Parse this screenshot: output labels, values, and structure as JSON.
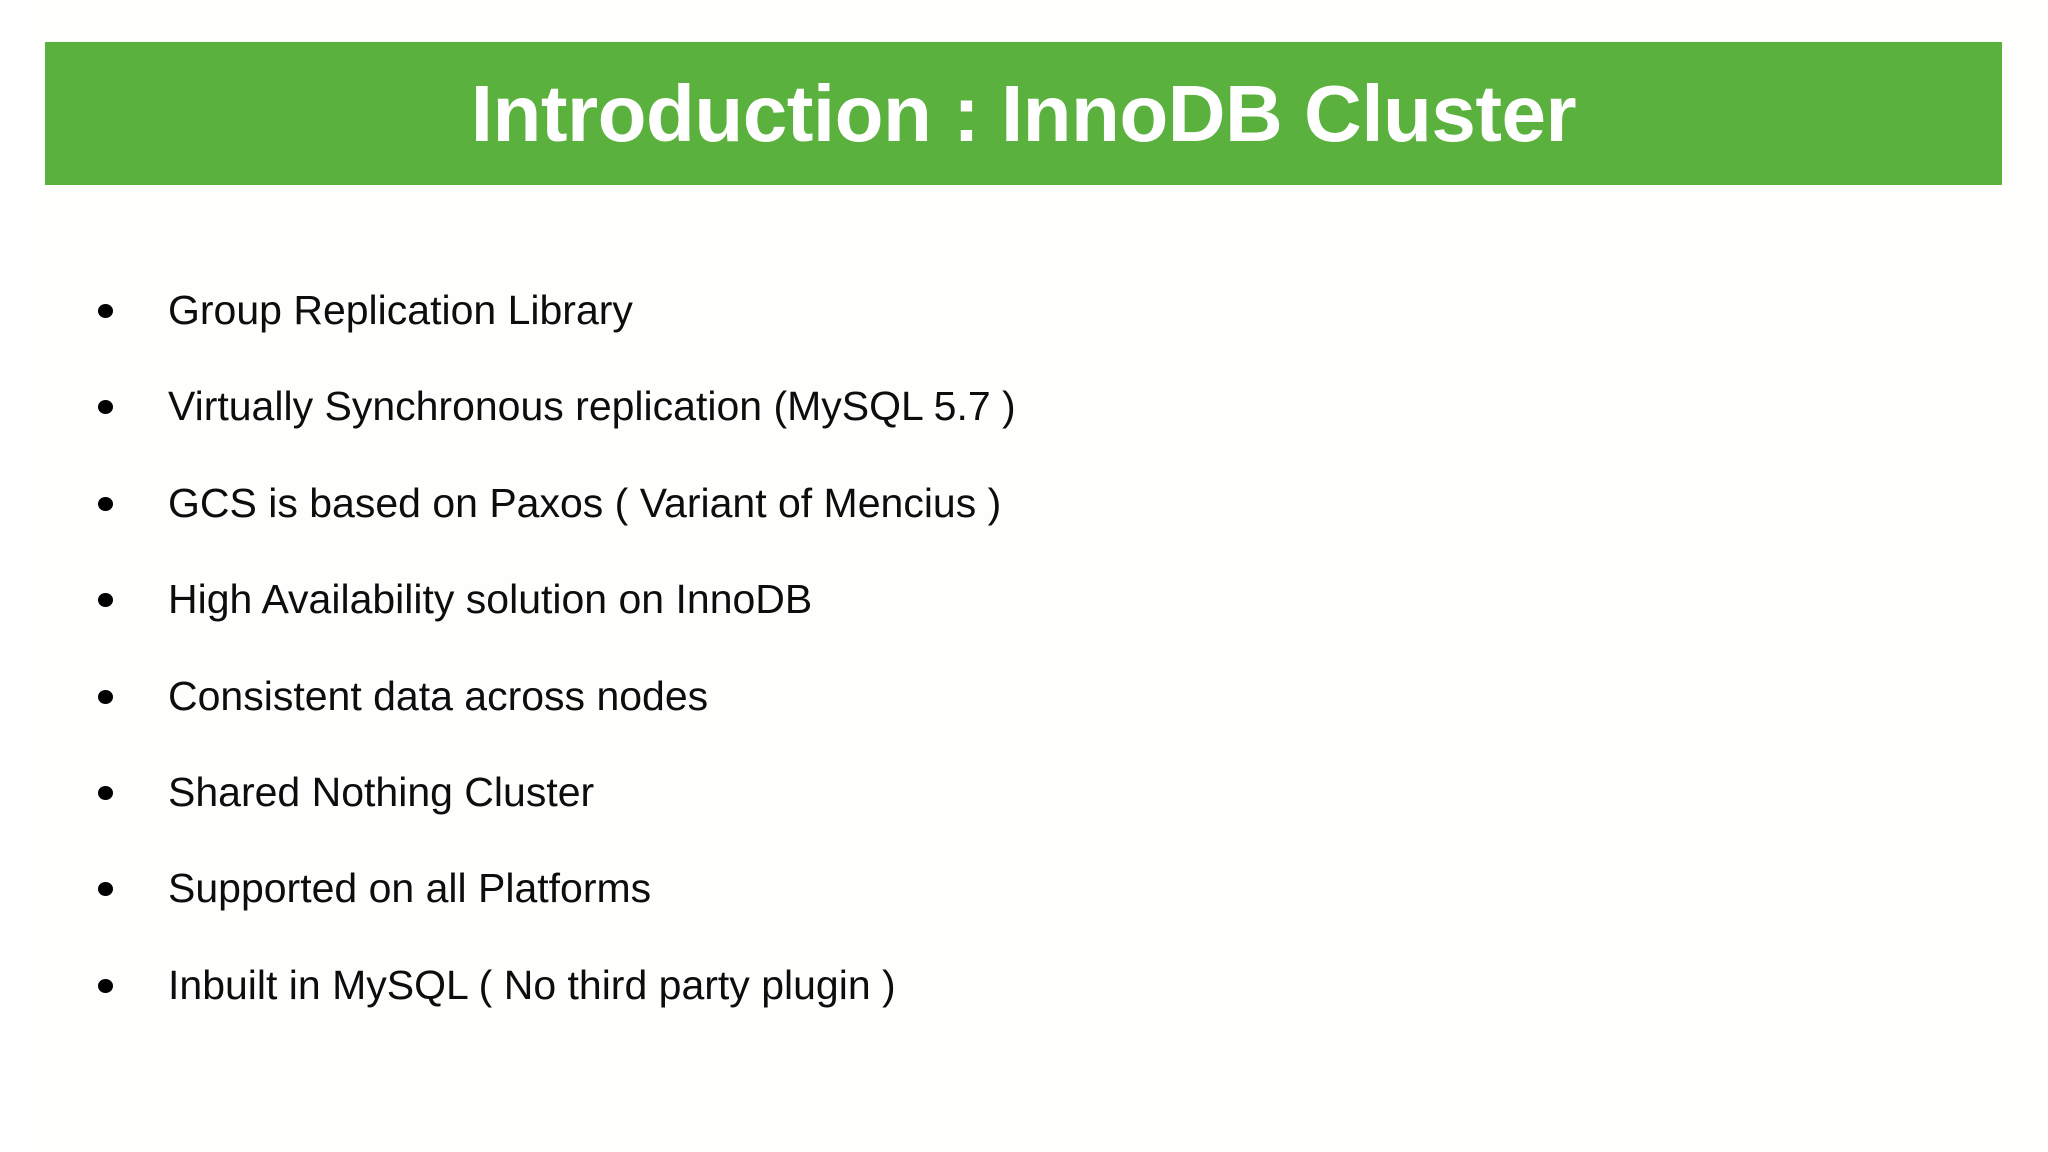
{
  "slide": {
    "title": "Introduction : InnoDB Cluster",
    "title_bar_color": "#5ab13e",
    "title_text_color": "#ffffff",
    "background_color": "#ffffff",
    "body_text_color": "#0d0d0d",
    "bullet_marker": "filled-round-bullet",
    "bullets": [
      {
        "text": "Group Replication Library"
      },
      {
        "text": "Virtually Synchronous replication (MySQL 5.7 )"
      },
      {
        "text": "GCS is based on Paxos ( Variant of Mencius )"
      },
      {
        "text": "High Availability solution on InnoDB"
      },
      {
        "text": "Consistent data across nodes"
      },
      {
        "text": "Shared Nothing Cluster"
      },
      {
        "text": "Supported on all Platforms"
      },
      {
        "text": "Inbuilt in MySQL ( No third party plugin )"
      }
    ]
  }
}
